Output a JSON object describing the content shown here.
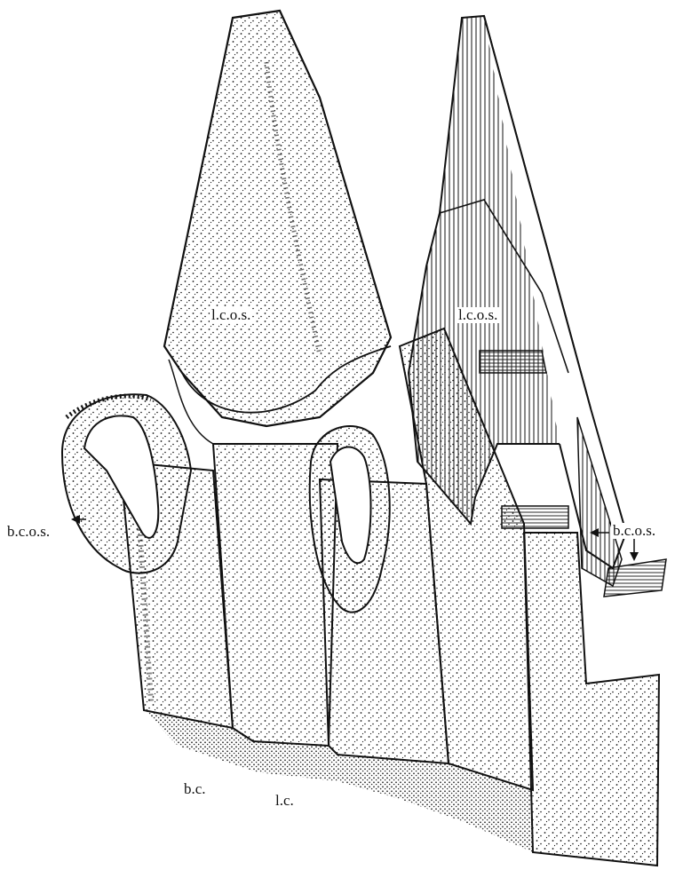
{
  "figure": {
    "labels": {
      "lcos_left": "l.c.o.s.",
      "lcos_right": "l.c.o.s.",
      "bcos_left": "b.c.o.s.",
      "bcos_right": "b.c.o.s.",
      "bc": "b.c.",
      "lc": "l.c."
    }
  }
}
